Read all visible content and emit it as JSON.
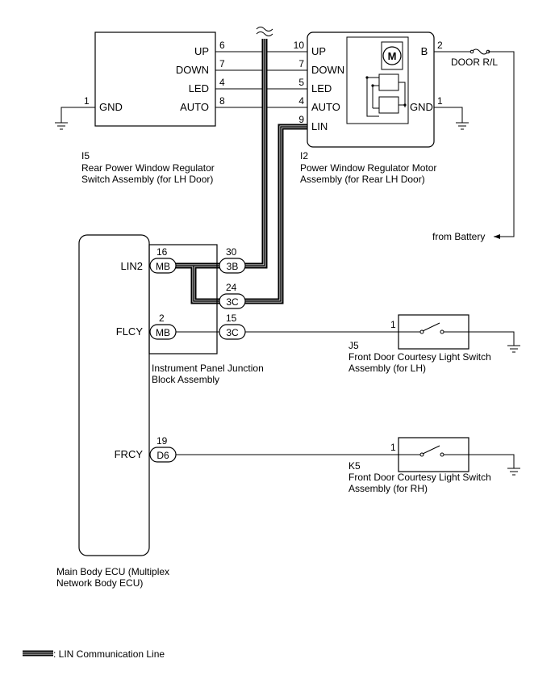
{
  "i5": {
    "pins": {
      "up": "UP",
      "down": "DOWN",
      "led": "LED",
      "auto": "AUTO",
      "gnd": "GND"
    },
    "pin_numbers": {
      "up": "6",
      "down": "7",
      "led": "4",
      "auto": "8",
      "gnd": "1"
    },
    "code": "I5",
    "name_line1": "Rear Power Window Regulator",
    "name_line2": "Switch Assembly (for LH Door)"
  },
  "i2": {
    "pins": {
      "up": "UP",
      "down": "DOWN",
      "led": "LED",
      "auto": "AUTO",
      "lin": "LIN",
      "b": "B",
      "gnd": "GND"
    },
    "pin_numbers": {
      "up": "10",
      "down": "7",
      "led": "5",
      "auto": "4",
      "lin": "9",
      "b": "2",
      "gnd": "1"
    },
    "motor_symbol": "M",
    "code": "I2",
    "name_line1": "Power Window Regulator Motor",
    "name_line2": "Assembly (for Rear LH Door)"
  },
  "fuse_label": "DOOR R/L",
  "battery_label": "from Battery",
  "junction": {
    "name_line1": "Instrument Panel Junction",
    "name_line2": "Block Assembly",
    "conn_3b": {
      "num": "30",
      "code": "3B"
    },
    "conn_3c_lin": {
      "num": "24",
      "code": "3C"
    },
    "conn_3c_flcy": {
      "num": "15",
      "code": "3C"
    }
  },
  "ecu": {
    "pins": {
      "lin2": "LIN2",
      "flcy": "FLCY",
      "frcy": "FRCY"
    },
    "conn_lin2": {
      "num": "16",
      "code": "MB"
    },
    "conn_flcy": {
      "num": "2",
      "code": "MB"
    },
    "conn_frcy": {
      "num": "19",
      "code": "D6"
    },
    "name_line1": "Main Body ECU (Multiplex",
    "name_line2": "Network Body ECU)"
  },
  "j5": {
    "pin": "1",
    "code": "J5",
    "name_line1": "Front Door Courtesy Light Switch",
    "name_line2": "Assembly (for LH)"
  },
  "k5": {
    "pin": "1",
    "code": "K5",
    "name_line1": "Front Door Courtesy Light Switch",
    "name_line2": "Assembly (for RH)"
  },
  "legend": {
    "label": ": LIN Communication Line"
  }
}
